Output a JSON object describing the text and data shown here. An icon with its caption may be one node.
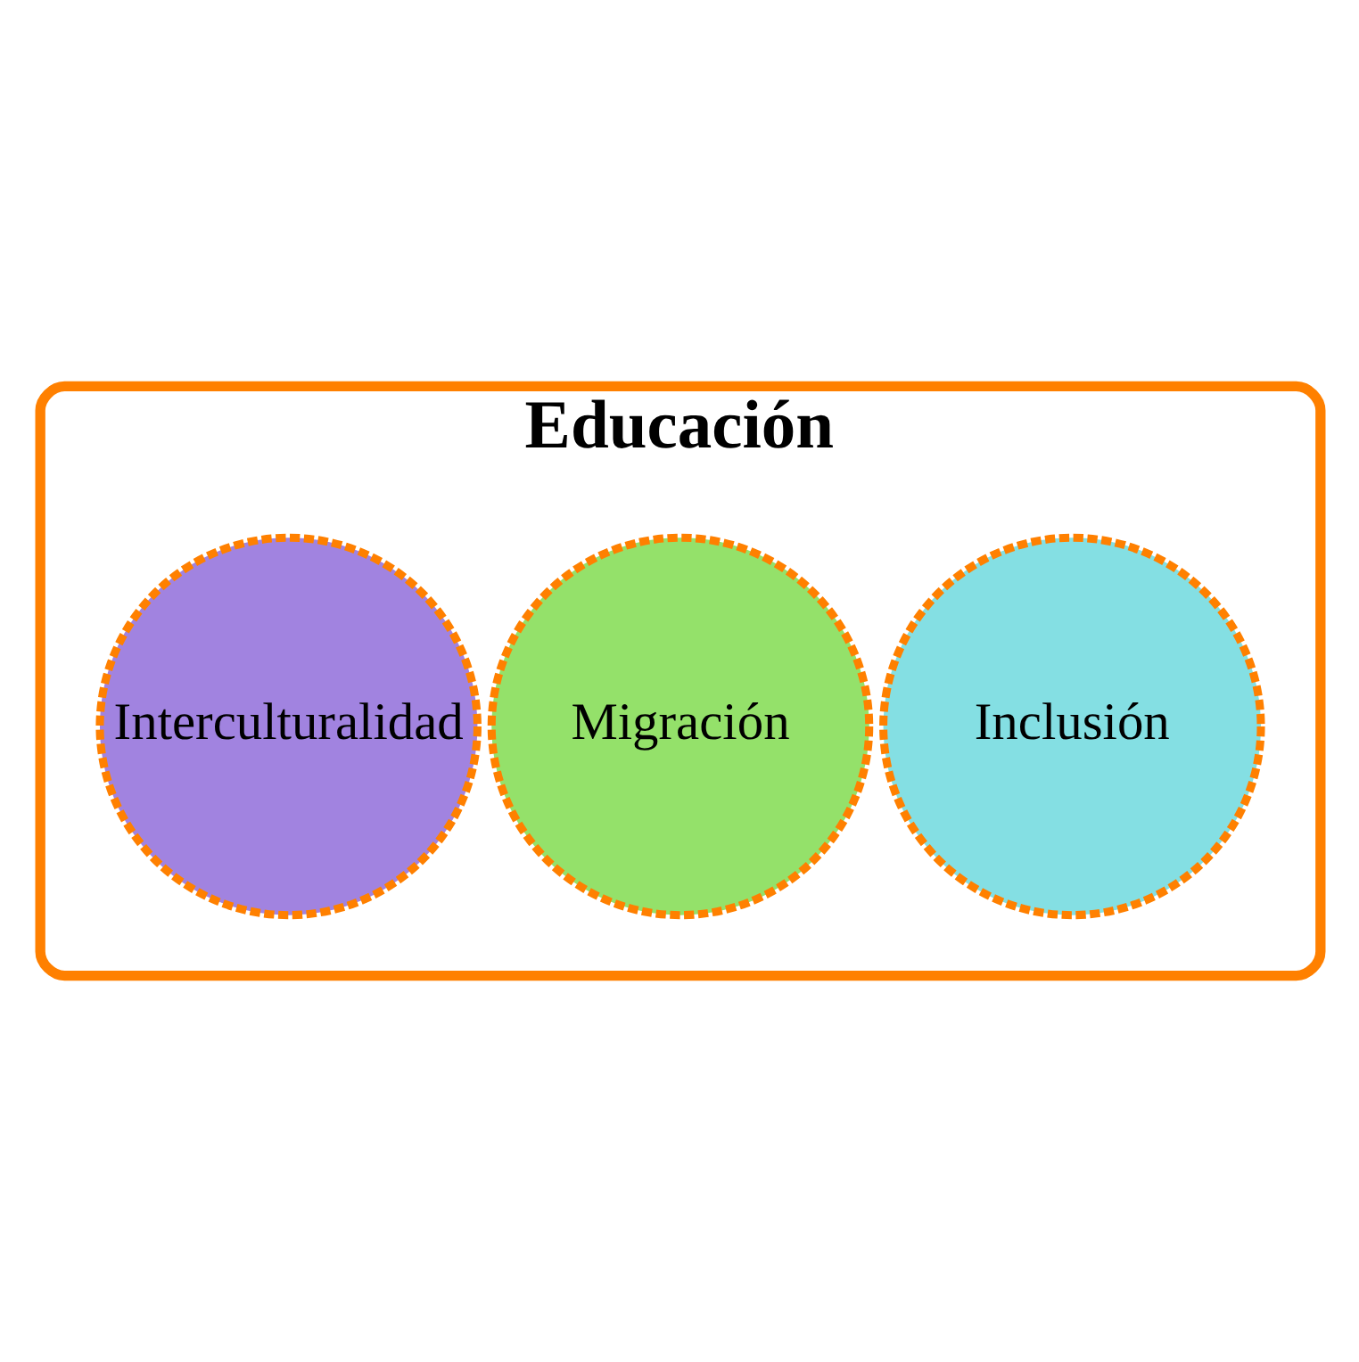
{
  "diagram": {
    "nodes": [
      {
        "text": [
          "Educación"
        ]
      },
      {
        "text": [
          "Inclusión"
        ],
        "in": 0
      },
      {
        "text": [
          "Migración"
        ],
        "in": 0
      },
      {
        "text": [
          "Interculturalidad"
        ],
        "in": 0
      }
    ],
    "edges": []
  }
}
